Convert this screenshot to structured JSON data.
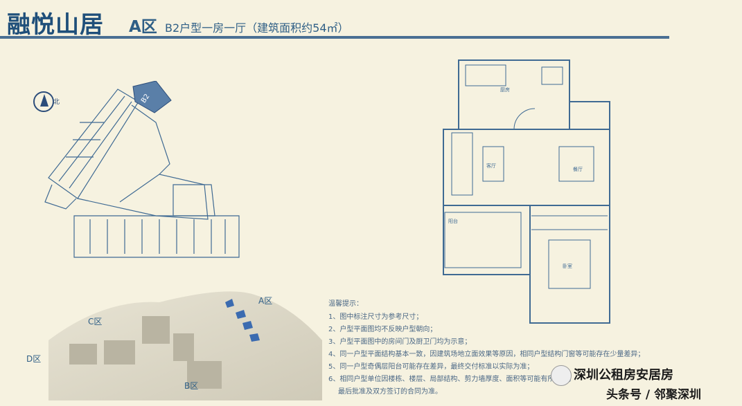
{
  "header": {
    "title": "融悦山居",
    "zone": "A区",
    "unit_desc": "B2户型一房一厅（建筑面积约54㎡）"
  },
  "site_map": {
    "unit_label": "B2",
    "north_label": "北"
  },
  "floor_plan": {
    "rooms": [
      "厨房",
      "客厅",
      "餐厅",
      "阳台",
      "卧室"
    ]
  },
  "aerial": {
    "zones": [
      "A区",
      "C区",
      "D区",
      "B区"
    ]
  },
  "notes": {
    "title": "温馨提示：",
    "items": [
      "1、图中标注尺寸为参考尺寸；",
      "2、户型平面图均不反映户型朝向；",
      "3、户型平面图中的房间门及厨卫门均为示意；",
      "4、同一户型平面结构基本一致，因建筑场地立面效果等原因，相同户型结构门窗等可能存在少量差异；",
      "5、同一户型奇偶层阳台可能存在差异，最终交付标准以实际为准；",
      "6、相同户型单位因楼栋、楼层、局部结构、剪力墙厚度、面积等可能有所差异，",
      "最后批准及双方签订的合同为准。"
    ]
  },
  "watermark": {
    "line1": "深圳公租房安居房",
    "line2": "头条号 / 邻聚深圳"
  }
}
